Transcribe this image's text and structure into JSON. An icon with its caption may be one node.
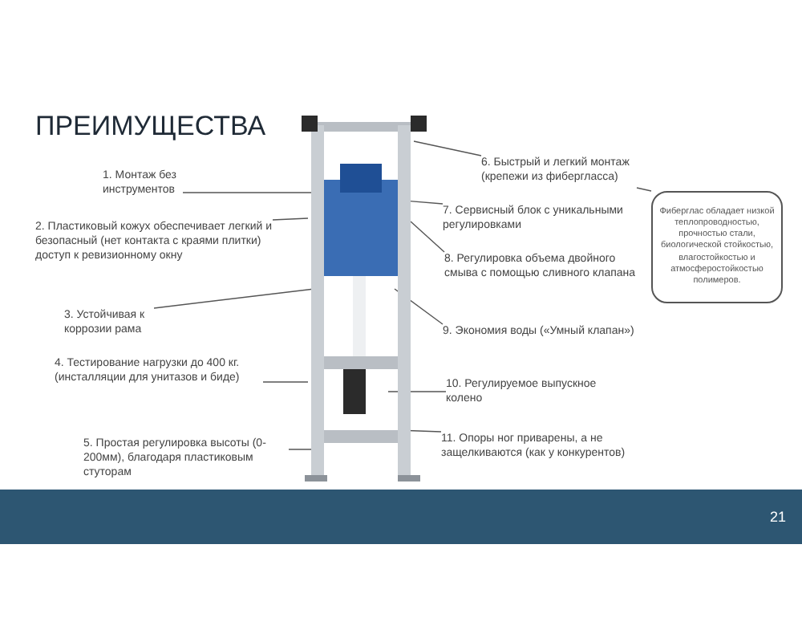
{
  "diagram": {
    "title": "ПРЕИМУЩЕСТВА",
    "nodes": [
      {
        "text": [
          "1. Монтаж без инструментов"
        ]
      },
      {
        "text": [
          "2. Пластиковый кожух обеспечивает легкий и безопасный (нет контакта с краями плитки) доступ к ревизионному окну"
        ]
      },
      {
        "text": [
          "3. Устойчивая к коррозии рама"
        ]
      },
      {
        "text": [
          "4. Тестирование нагрузки до 400 кг. (инсталляции для унитазов и биде)"
        ]
      },
      {
        "text": [
          "5. Простая регулировка высоты (0-200мм), благодаря пластиковым стуторам"
        ]
      },
      {
        "text": [
          "6. Быстрый и легкий монтаж (крепежи из фибергласса)"
        ]
      },
      {
        "text": [
          "7. Сервисный блок с уникальными регулировками"
        ]
      },
      {
        "text": [
          "8. Регулировка объема двойного смыва с помощью сливного клапана"
        ]
      },
      {
        "text": [
          "9. Экономия воды («Умный клапан»)"
        ]
      },
      {
        "text": [
          "10. Регулируемое выпускное колено"
        ]
      },
      {
        "text": [
          "11. Опоры ног приварены, а не защелкиваются (как у конкурентов)"
        ]
      },
      {
        "text": [
          "Фиберглас обладает низкой теплопроводностью, прочностью стали, биологической стойкостью, влагостойкостью и атмосферостойкостью полимеров."
        ]
      },
      {
        "text": [],
        "shape": "picture"
      }
    ],
    "edges": [
      {
        "from": 0,
        "to": 12,
        "arrow": "none"
      },
      {
        "from": 1,
        "to": 12,
        "arrow": "none"
      },
      {
        "from": 2,
        "to": 12,
        "arrow": "none"
      },
      {
        "from": 3,
        "to": 12,
        "arrow": "none"
      },
      {
        "from": 4,
        "to": 12,
        "arrow": "none"
      },
      {
        "from": 5,
        "to": 12,
        "arrow": "none"
      },
      {
        "from": 6,
        "to": 12,
        "arrow": "none"
      },
      {
        "from": 7,
        "to": 12,
        "arrow": "none"
      },
      {
        "from": 8,
        "to": 12,
        "arrow": "none"
      },
      {
        "from": 9,
        "to": 12,
        "arrow": "none"
      },
      {
        "from": 10,
        "to": 12,
        "arrow": "none"
      },
      {
        "from": 11,
        "to": 5,
        "arrow": "none"
      }
    ],
    "labels": [
      "21"
    ]
  }
}
